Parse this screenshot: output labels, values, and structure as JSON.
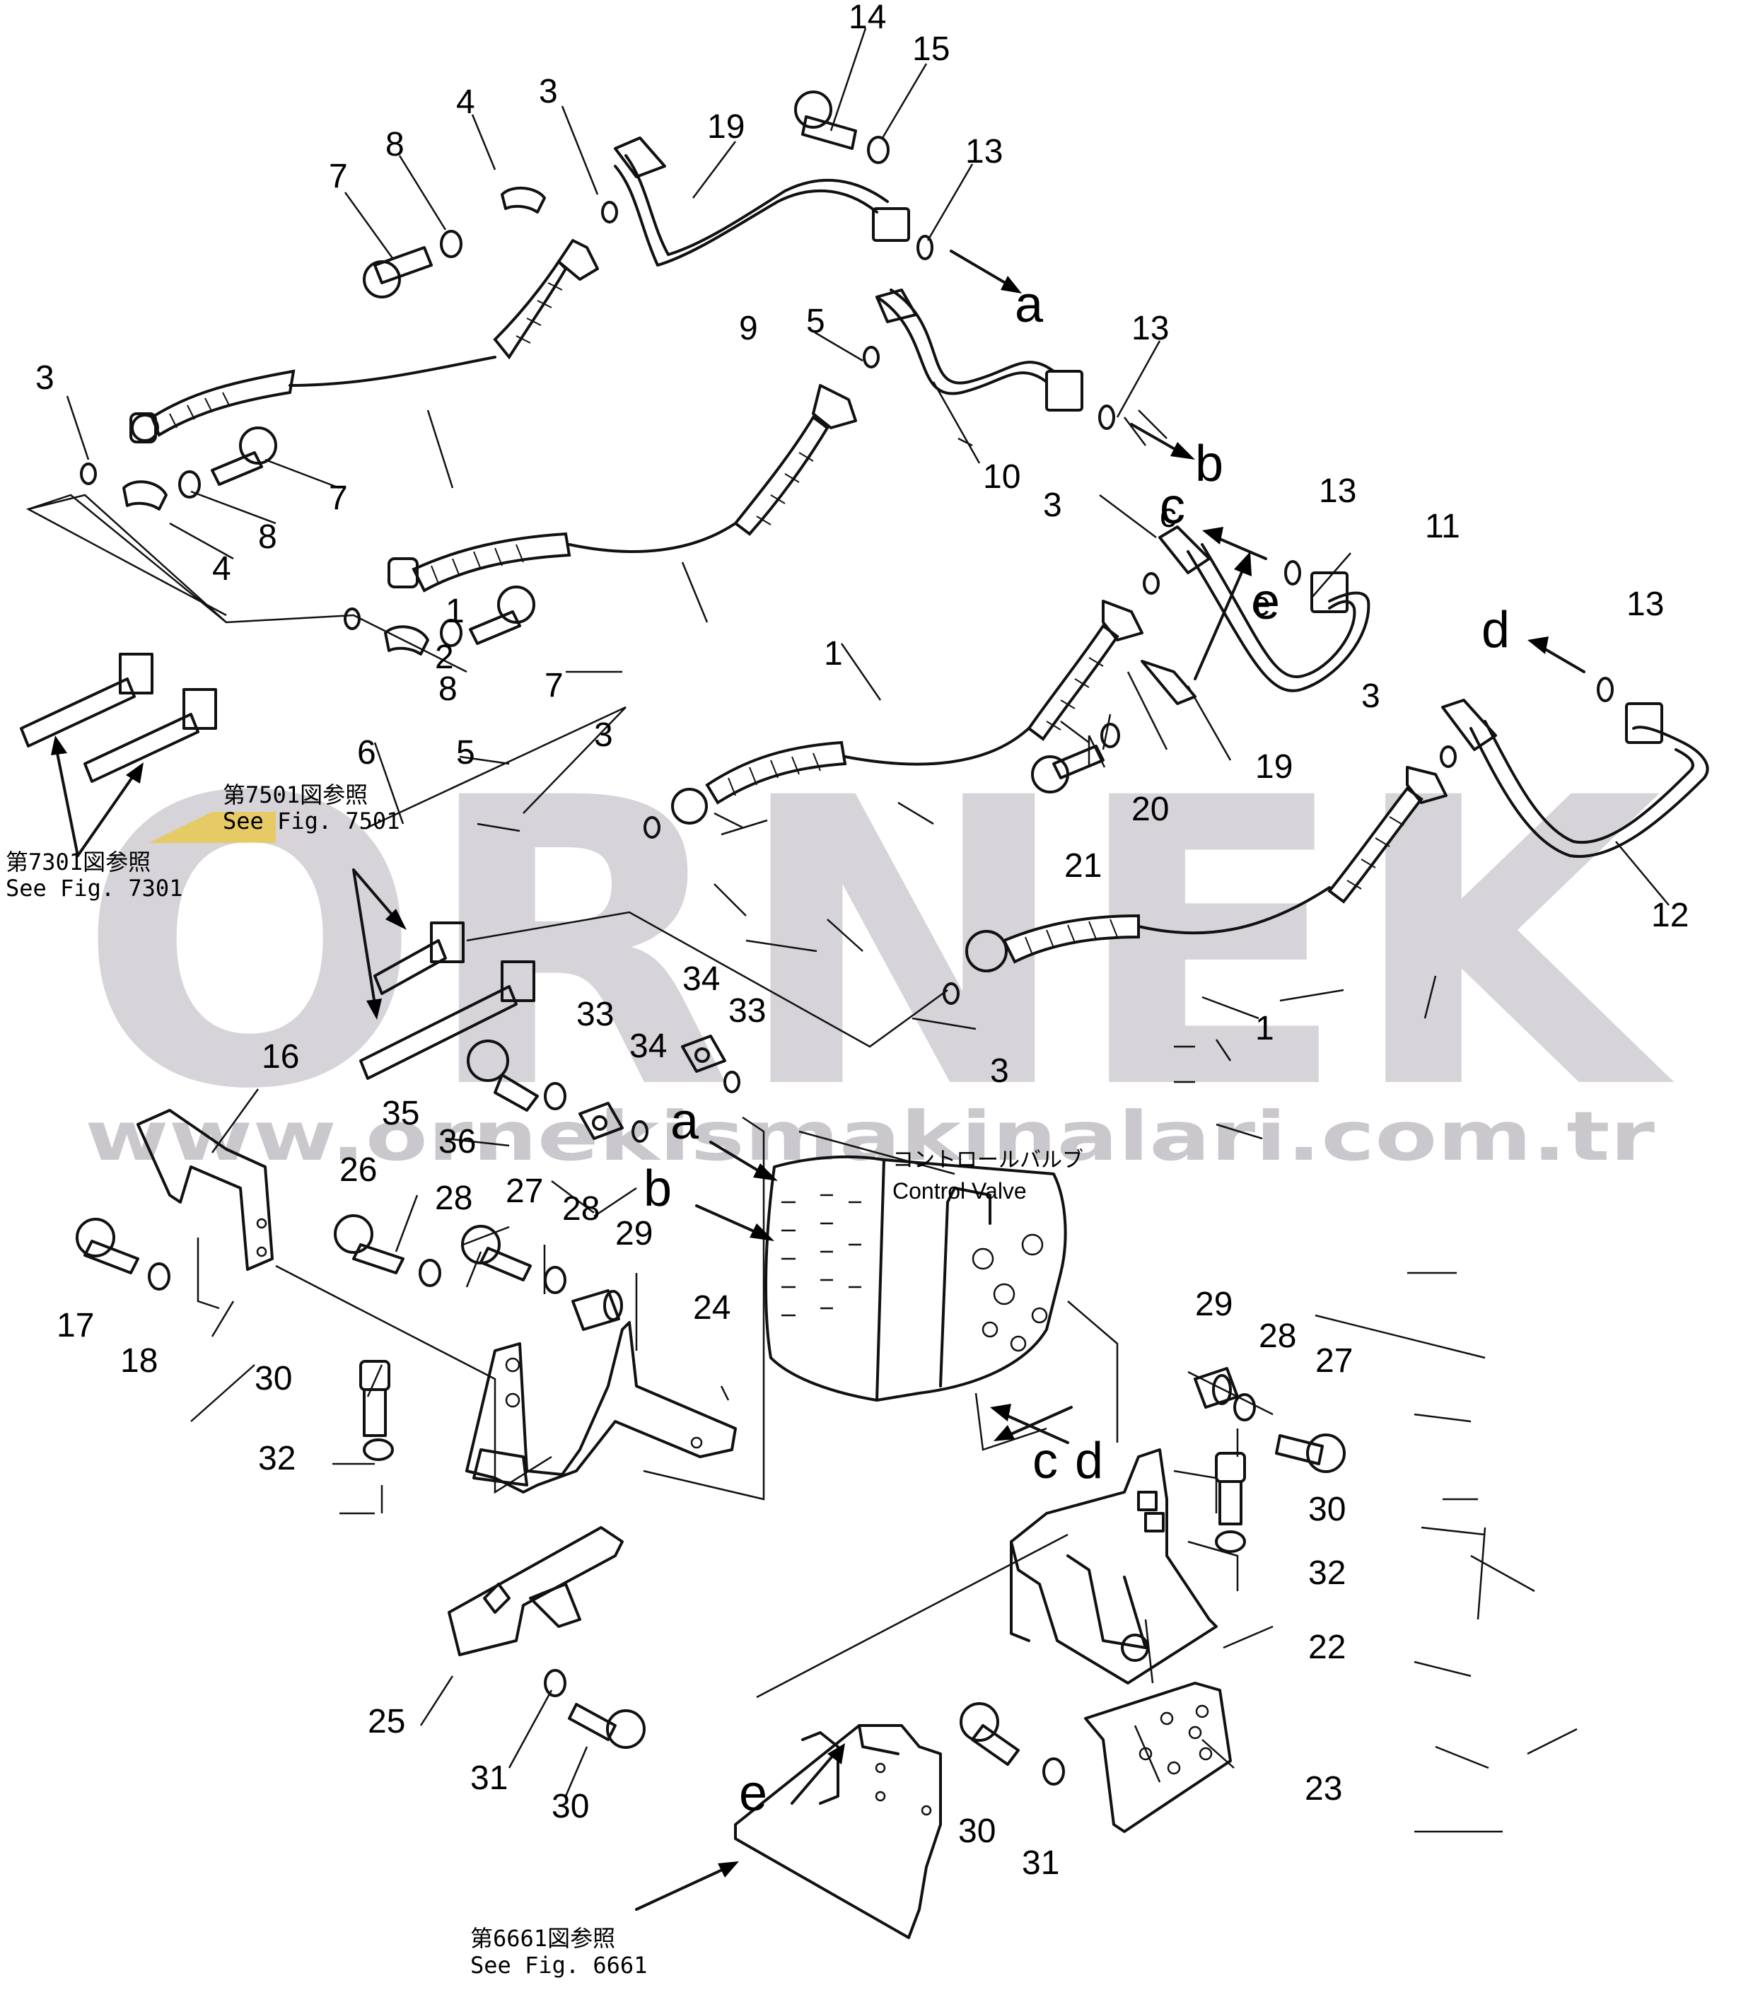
{
  "watermark": {
    "brand": "ORNEK",
    "url": "www.ornekismakinalari.com.tr",
    "accent_color": "#f0c419"
  },
  "component": {
    "label_jp": "コントロールバルブ",
    "label_en": "Control Valve"
  },
  "references": [
    {
      "jp": "第7501図参照",
      "en": "See  Fig. 7501"
    },
    {
      "jp": "第7301図参照",
      "en": "See  Fig. 7301"
    },
    {
      "jp": "第6661図参照",
      "en": "See  Fig. 6661"
    }
  ],
  "part_numbers": [
    "14",
    "15",
    "13",
    "3",
    "4",
    "8",
    "7",
    "19",
    "9",
    "5",
    "13",
    "10",
    "3",
    "1",
    "7",
    "8",
    "4",
    "2",
    "7",
    "8",
    "6",
    "5",
    "3",
    "13",
    "11",
    "c",
    "e",
    "1",
    "3",
    "19",
    "21",
    "20",
    "13",
    "12",
    "3",
    "1",
    "3",
    "16",
    "35",
    "36",
    "34",
    "33",
    "34",
    "33",
    "26",
    "28",
    "27",
    "28",
    "29",
    "24",
    "17",
    "18",
    "30",
    "32",
    "29",
    "28",
    "27",
    "30",
    "32",
    "22",
    "25",
    "31",
    "30",
    "23",
    "30",
    "31"
  ],
  "connection_letters": [
    "a",
    "b",
    "c",
    "d",
    "e"
  ]
}
